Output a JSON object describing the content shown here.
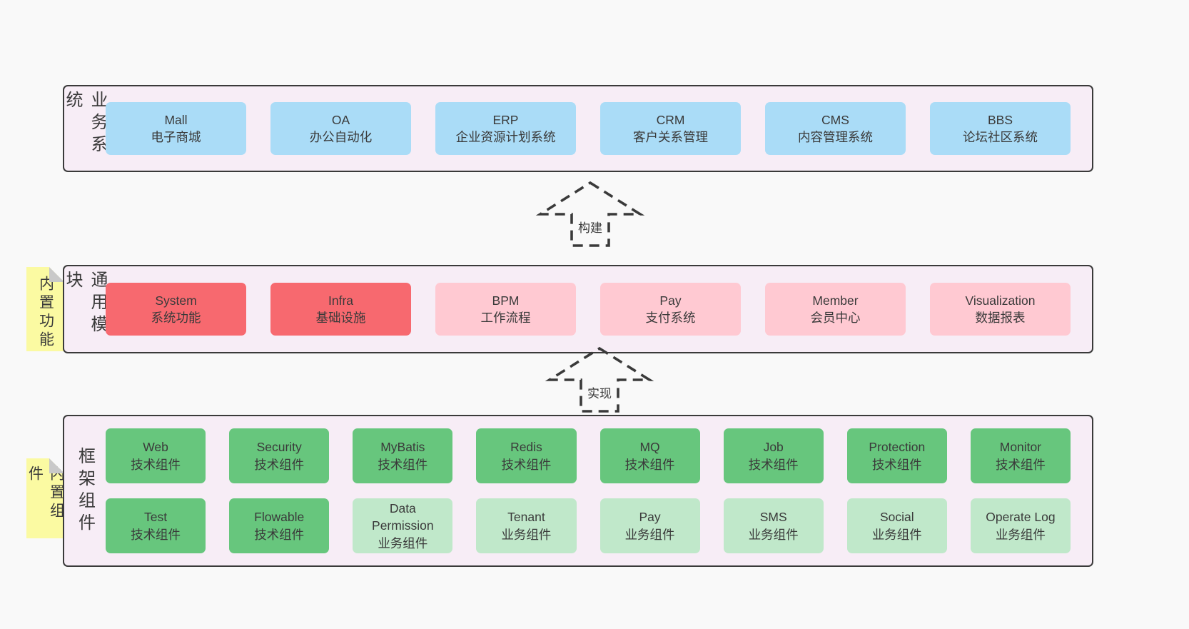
{
  "colors": {
    "page_bg": "#f9f9f9",
    "band_bg": "#f7edf6",
    "border": "#3a3a3a",
    "text": "#3a3a3a",
    "blue": "#aadcf7",
    "red": "#f7696f",
    "pink": "#ffc9d2",
    "green": "#67c67d",
    "lightgreen": "#c0e8ca",
    "yellow": "#fbfaa2",
    "fold": "#c9c9c9"
  },
  "bands": {
    "business": {
      "label": "业务系统",
      "boxes": [
        {
          "name": "mall",
          "title": "Mall",
          "subtitle": "电子商城",
          "variant": "blue"
        },
        {
          "name": "oa",
          "title": "OA",
          "subtitle": "办公自动化",
          "variant": "blue"
        },
        {
          "name": "erp",
          "title": "ERP",
          "subtitle": "企业资源计划系统",
          "variant": "blue"
        },
        {
          "name": "crm",
          "title": "CRM",
          "subtitle": "客户关系管理",
          "variant": "blue"
        },
        {
          "name": "cms",
          "title": "CMS",
          "subtitle": "内容管理系统",
          "variant": "blue"
        },
        {
          "name": "bbs",
          "title": "BBS",
          "subtitle": "论坛社区系统",
          "variant": "blue"
        }
      ]
    },
    "modules": {
      "label": "通用模块",
      "sticky": "内置功能",
      "boxes": [
        {
          "name": "system",
          "title": "System",
          "subtitle": "系统功能",
          "variant": "red"
        },
        {
          "name": "infra",
          "title": "Infra",
          "subtitle": "基础设施",
          "variant": "red"
        },
        {
          "name": "bpm",
          "title": "BPM",
          "subtitle": "工作流程",
          "variant": "pink"
        },
        {
          "name": "pay",
          "title": "Pay",
          "subtitle": "支付系统",
          "variant": "pink"
        },
        {
          "name": "member",
          "title": "Member",
          "subtitle": "会员中心",
          "variant": "pink"
        },
        {
          "name": "visualization",
          "title": "Visualization",
          "subtitle": "数据报表",
          "variant": "pink"
        }
      ]
    },
    "components": {
      "label": "框架组件",
      "sticky": "内置组件",
      "rows": [
        [
          {
            "name": "web",
            "title": "Web",
            "subtitle": "技术组件",
            "variant": "green"
          },
          {
            "name": "security",
            "title": "Security",
            "subtitle": "技术组件",
            "variant": "green"
          },
          {
            "name": "mybatis",
            "title": "MyBatis",
            "subtitle": "技术组件",
            "variant": "green"
          },
          {
            "name": "redis",
            "title": "Redis",
            "subtitle": "技术组件",
            "variant": "green"
          },
          {
            "name": "mq",
            "title": "MQ",
            "subtitle": "技术组件",
            "variant": "green"
          },
          {
            "name": "job",
            "title": "Job",
            "subtitle": "技术组件",
            "variant": "green"
          },
          {
            "name": "protection",
            "title": "Protection",
            "subtitle": "技术组件",
            "variant": "green"
          },
          {
            "name": "monitor",
            "title": "Monitor",
            "subtitle": "技术组件",
            "variant": "green"
          }
        ],
        [
          {
            "name": "test",
            "title": "Test",
            "subtitle": "技术组件",
            "variant": "green"
          },
          {
            "name": "flowable",
            "title": "Flowable",
            "subtitle": "技术组件",
            "variant": "green"
          },
          {
            "name": "data-permission",
            "title": "Data Permission",
            "subtitle": "业务组件",
            "variant": "lightgreen"
          },
          {
            "name": "tenant",
            "title": "Tenant",
            "subtitle": "业务组件",
            "variant": "lightgreen"
          },
          {
            "name": "pay-component",
            "title": "Pay",
            "subtitle": "业务组件",
            "variant": "lightgreen"
          },
          {
            "name": "sms",
            "title": "SMS",
            "subtitle": "业务组件",
            "variant": "lightgreen"
          },
          {
            "name": "social",
            "title": "Social",
            "subtitle": "业务组件",
            "variant": "lightgreen"
          },
          {
            "name": "operate-log",
            "title": "Operate Log",
            "subtitle": "业务组件",
            "variant": "lightgreen"
          }
        ]
      ]
    }
  },
  "arrows": {
    "build": {
      "label": "构建"
    },
    "implement": {
      "label": "实现"
    }
  }
}
